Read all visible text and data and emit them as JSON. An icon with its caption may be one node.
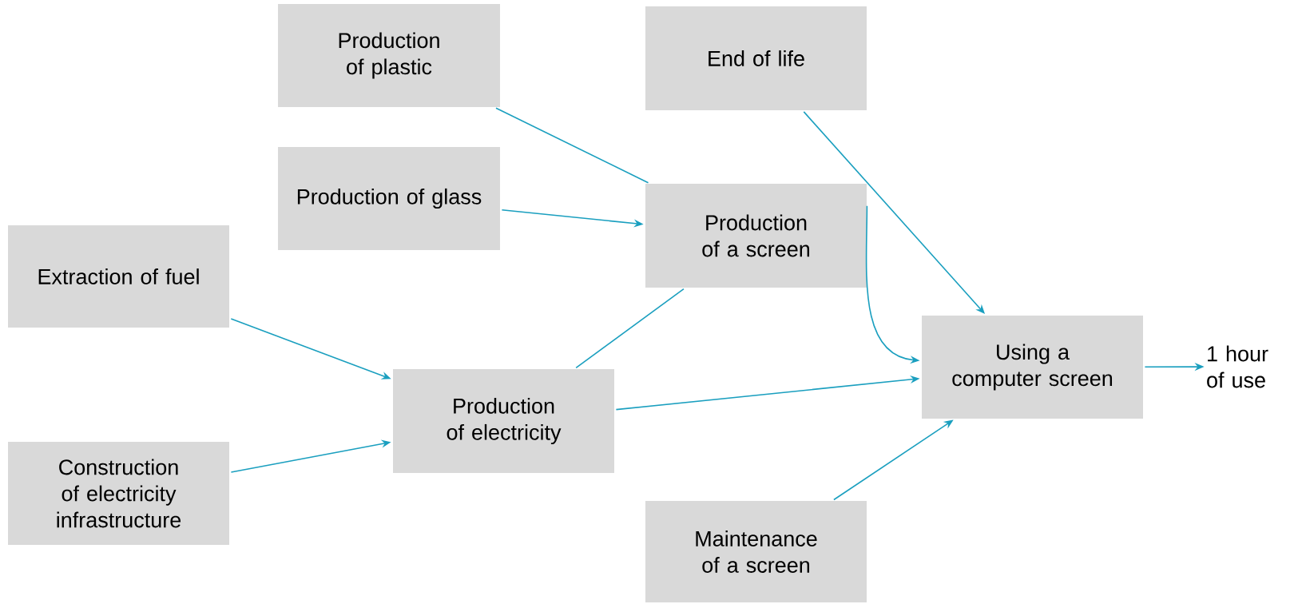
{
  "diagram": {
    "nodes": [
      {
        "text": [
          "Production of plastic"
        ]
      },
      {
        "text": [
          "End of life"
        ]
      },
      {
        "text": [
          "Production of glass"
        ]
      },
      {
        "text": [
          "Production of a screen"
        ]
      },
      {
        "text": [
          "Extraction of fuel"
        ]
      },
      {
        "text": [
          "Using a computer screen"
        ]
      },
      {
        "text": [
          "Production of electricity"
        ]
      },
      {
        "text": [
          "Construction of electricity infrastructure"
        ]
      },
      {
        "text": [
          "Maintenance of a screen"
        ]
      },
      {
        "text": [
          "1 hour of use"
        ]
      }
    ],
    "edges": [
      {
        "from": 0,
        "to": 3,
        "arrow": "none"
      },
      {
        "from": 2,
        "to": 3,
        "arrow": "to"
      },
      {
        "from": 4,
        "to": 6,
        "arrow": "to"
      },
      {
        "from": 7,
        "to": 6,
        "arrow": "to"
      },
      {
        "from": 6,
        "to": 3,
        "arrow": "none"
      },
      {
        "from": 6,
        "to": 5,
        "arrow": "to"
      },
      {
        "from": 3,
        "to": 5,
        "arrow": "to"
      },
      {
        "from": 1,
        "to": 5,
        "arrow": "to"
      },
      {
        "from": 8,
        "to": 5,
        "arrow": "to"
      },
      {
        "from": 5,
        "to": 9,
        "arrow": "to"
      }
    ]
  }
}
